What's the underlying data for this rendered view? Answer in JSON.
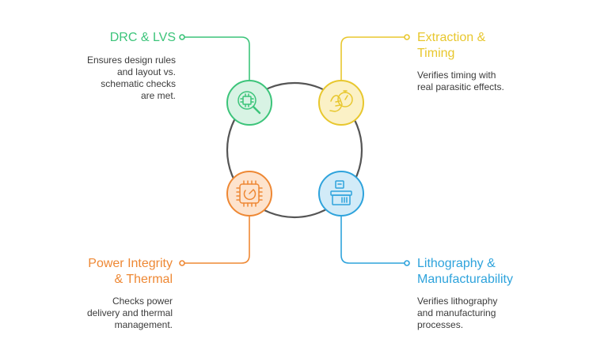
{
  "colors": {
    "drc": "#3cc47a",
    "extraction": "#e8c72e",
    "power": "#ee8834",
    "litho": "#2ea3dc",
    "ring": "#555555",
    "text": "#333333"
  },
  "items": [
    {
      "id": "drc",
      "title": "DRC & LVS",
      "desc_lines": [
        "Ensures design rules",
        "and layout vs.",
        "schematic checks",
        "are met."
      ],
      "icon": "chip-magnifier-icon"
    },
    {
      "id": "extraction",
      "title_lines": [
        "Extraction &",
        "Timing"
      ],
      "desc_lines": [
        "Verifies timing with",
        "real parasitic effects."
      ],
      "icon": "stopwatch-hand-icon"
    },
    {
      "id": "power",
      "title_lines": [
        "Power Integrity",
        "& Thermal"
      ],
      "desc_lines": [
        "Checks power",
        "delivery and thermal",
        "management."
      ],
      "icon": "chip-power-icon"
    },
    {
      "id": "litho",
      "title_lines": [
        "Lithography &",
        "Manufacturability"
      ],
      "desc_lines": [
        "Verifies lithography",
        "and manufacturing",
        "processes."
      ],
      "icon": "lithography-machine-icon"
    }
  ]
}
